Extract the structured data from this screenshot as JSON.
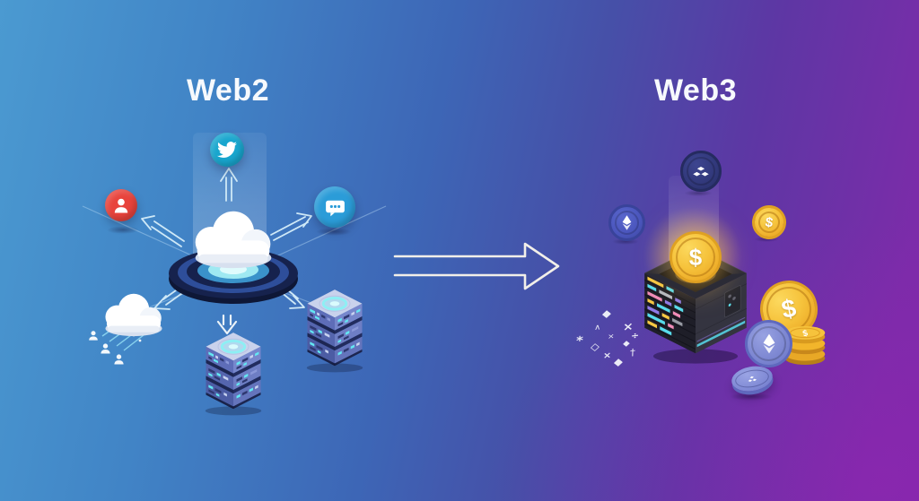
{
  "titles": {
    "left": "Web2",
    "right": "Web3"
  },
  "symbols": {
    "dollar": "$",
    "scatter": [
      "◆",
      "×",
      "∧",
      "÷",
      "*",
      "×",
      "◇",
      "◆",
      "×",
      "†",
      "◆"
    ]
  },
  "colors": {
    "bg_start": "#4B9AD1",
    "bg_mid": "#3D66B6",
    "bg_end": "#7D2BA9",
    "twitter_teal": "#18A6CE",
    "user_red": "#E8433C",
    "chat_blue": "#2B9CD8",
    "coin_gold": "#F6C33C",
    "coin_indigo": "#4A55BC",
    "coin_navy": "#31387A",
    "coin_periwinkle": "#7A84D0",
    "arrow_light": "#CFE9F7",
    "arrow_outline": "#F2EFE9",
    "platform_cyan": "#9FE9F2",
    "server_body": "#5E6DB8",
    "cube_dark": "#2B2B36"
  },
  "icons": {
    "twitter": "twitter-bird",
    "user": "person-silhouette",
    "chat": "speech-bubble-dots",
    "cloud": "cloud-3d",
    "platform": "concentric-ring-platform",
    "server": "isometric-server-stack",
    "ethereum": "eth-diamond",
    "dollar_coin": "gold-dollar-coin",
    "cube": "blockchain-code-cube",
    "blocks": "blocks-token",
    "people": "user-group"
  }
}
